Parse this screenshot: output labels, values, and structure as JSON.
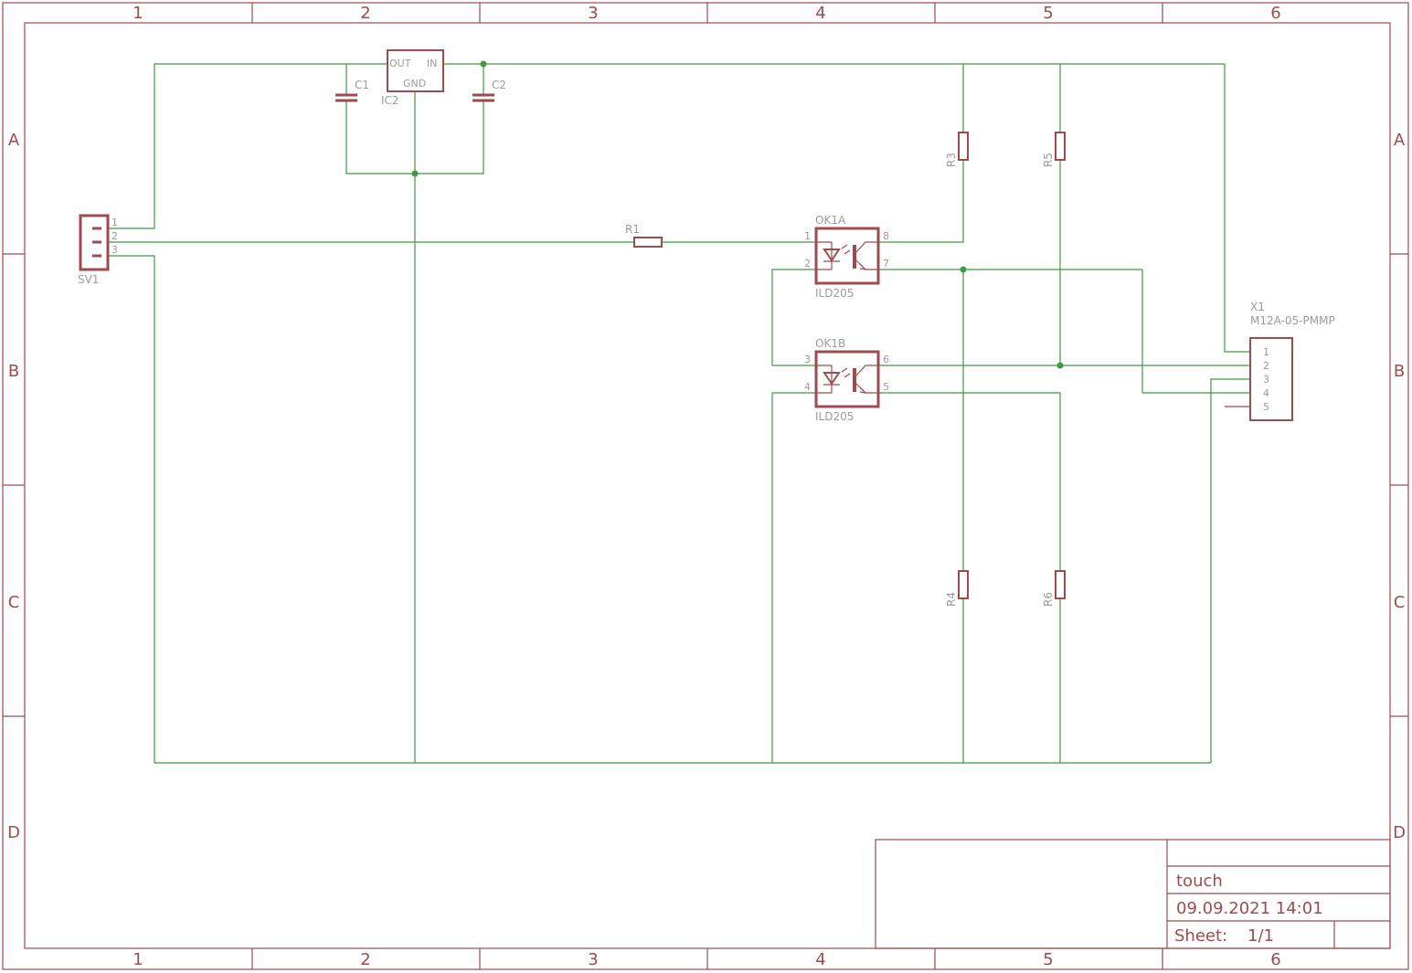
{
  "frame": {
    "columns": [
      "1",
      "2",
      "3",
      "4",
      "5",
      "6"
    ],
    "rows": [
      "A",
      "B",
      "C",
      "D"
    ]
  },
  "title_block": {
    "title": "touch",
    "date": "09.09.2021 14:01",
    "sheet_label": "Sheet:",
    "sheet_value": "1/1"
  },
  "parts": {
    "sv1": {
      "name": "SV1",
      "pins": [
        "1",
        "2",
        "3"
      ]
    },
    "ic2": {
      "name": "IC2",
      "pin_out": "OUT",
      "pin_in": "IN",
      "pin_gnd": "GND"
    },
    "c1": {
      "name": "C1"
    },
    "c2": {
      "name": "C2"
    },
    "r1": {
      "name": "R1"
    },
    "r3": {
      "name": "R3"
    },
    "r4": {
      "name": "R4"
    },
    "r5": {
      "name": "R5"
    },
    "r6": {
      "name": "R6"
    },
    "ok1a": {
      "name": "OK1A",
      "value": "ILD205",
      "pins": [
        "1",
        "2",
        "8",
        "7"
      ]
    },
    "ok1b": {
      "name": "OK1B",
      "value": "ILD205",
      "pins": [
        "3",
        "4",
        "6",
        "5"
      ]
    },
    "x1": {
      "name": "X1",
      "value": "M12A-05-PMMP",
      "pins": [
        "1",
        "2",
        "3",
        "4",
        "5"
      ]
    }
  },
  "colors": {
    "symbol": "#9e4b4e",
    "wire": "#3f9a3f",
    "label": "#9b9b9b"
  }
}
